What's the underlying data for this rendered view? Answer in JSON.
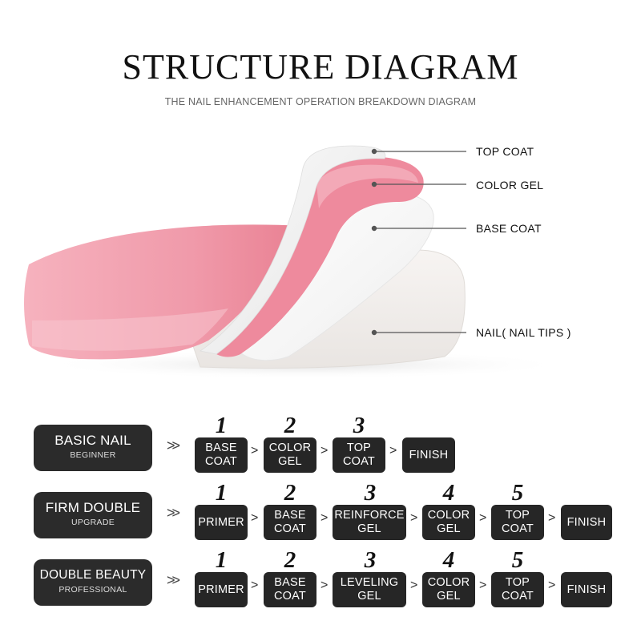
{
  "title": "STRUCTURE DIAGRAM",
  "subtitle": "THE NAIL ENHANCEMENT OPERATION BREAKDOWN DIAGRAM",
  "layers": [
    {
      "label": "TOP COAT"
    },
    {
      "label": "COLOR GEL"
    },
    {
      "label": "BASE COAT"
    },
    {
      "label": "NAIL( NAIL TIPS )"
    }
  ],
  "colors": {
    "pink": "#f3a3b1",
    "deep_pink": "#ee8297",
    "level_bg": "#2b2b2b",
    "step_bg": "#262626"
  },
  "separator": ">>",
  "arrow": ">",
  "levels": [
    {
      "name": "BASIC NAIL",
      "sub": "BEGINNER",
      "steps": [
        {
          "num": "1",
          "l1": "BASE",
          "l2": "COAT"
        },
        {
          "num": "2",
          "l1": "COLOR",
          "l2": "GEL"
        },
        {
          "num": "3",
          "l1": "TOP",
          "l2": "COAT"
        },
        {
          "num": "",
          "l1": "FINISH",
          "l2": ""
        }
      ]
    },
    {
      "name": "FIRM DOUBLE",
      "sub": "UPGRADE",
      "steps": [
        {
          "num": "1",
          "l1": "PRIMER",
          "l2": ""
        },
        {
          "num": "2",
          "l1": "BASE",
          "l2": "COAT"
        },
        {
          "num": "3",
          "l1": "REINFORCE",
          "l2": "GEL"
        },
        {
          "num": "4",
          "l1": "COLOR",
          "l2": "GEL"
        },
        {
          "num": "5",
          "l1": "TOP",
          "l2": "COAT"
        },
        {
          "num": "",
          "l1": "FINISH",
          "l2": ""
        }
      ]
    },
    {
      "name": "DOUBLE BEAUTY",
      "sub": "PROFESSIONAL",
      "steps": [
        {
          "num": "1",
          "l1": "PRIMER",
          "l2": ""
        },
        {
          "num": "2",
          "l1": "BASE",
          "l2": "COAT"
        },
        {
          "num": "3",
          "l1": "LEVELING",
          "l2": "GEL"
        },
        {
          "num": "4",
          "l1": "COLOR",
          "l2": "GEL"
        },
        {
          "num": "5",
          "l1": "TOP",
          "l2": "COAT"
        },
        {
          "num": "",
          "l1": "FINISH",
          "l2": ""
        }
      ]
    }
  ]
}
